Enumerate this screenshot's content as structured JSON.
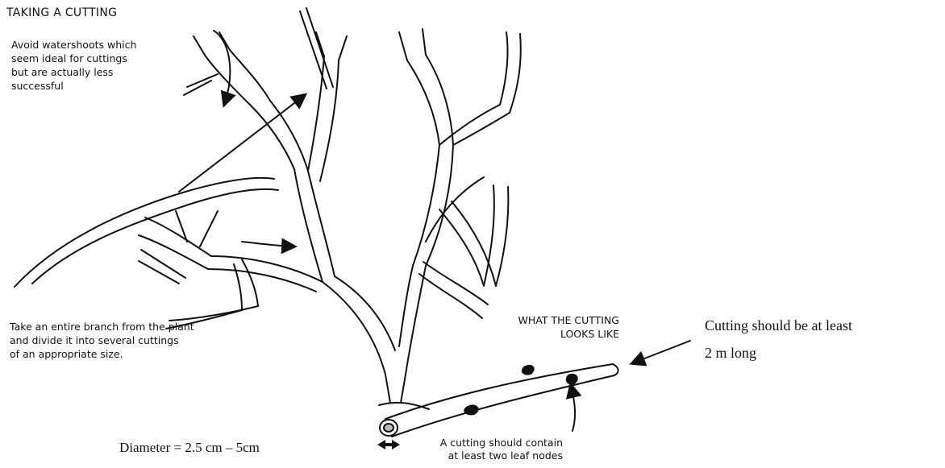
{
  "figure": {
    "title": "TAKING A CUTTING",
    "avoid_note": [
      "Avoid watershoots which",
      "seem ideal for cuttings",
      "but are actually less",
      "successful"
    ],
    "take_note": [
      "Take an entire branch from the plant",
      "and divide it into several cuttings",
      "of an appropriate size."
    ],
    "what_cutting": [
      "WHAT THE CUTTING",
      "LOOKS LIKE"
    ],
    "nodes_note": [
      "A cutting should contain",
      "at least two leaf nodes"
    ],
    "length_note": [
      "Cutting should be at least",
      "2 m long"
    ],
    "diameter_note": "Diameter = 2.5 cm – 5cm"
  },
  "colors": {
    "ink": "#111111",
    "background": "#ffffff"
  }
}
